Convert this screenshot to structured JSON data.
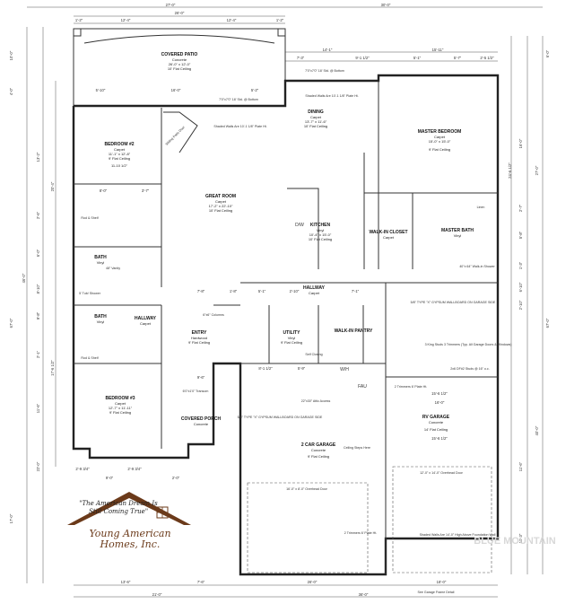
{
  "dimensions": {
    "top_overall": [
      "27'-0\"",
      "30'-0\""
    ],
    "top_patio": [
      "1'-2\"",
      "12'-4\"",
      "26'-0\"",
      "12'-4\"",
      "1'-2\""
    ],
    "top_house": [
      "7'-3\"",
      "14'-1\"",
      "9'-1 1/2\"",
      "15'-11\"",
      "5'-1\"",
      "5'-7\"",
      "2'-5 1/2\""
    ],
    "bottom_row1": [
      "13'-6\"",
      "7'-6\"",
      "26'-0\"",
      "18'-0\""
    ],
    "bottom_row2": [
      "21'-0\"",
      "36'-0\""
    ],
    "left_side": [
      "10'-0\"",
      "4'-0\"",
      "13'-2\"",
      "20'-4\"",
      "2'-6\"",
      "6'-0\"",
      "8'-10\"",
      "9'-8\"",
      "2'-1\"",
      "17'-6 1/2\"",
      "11'-6\"",
      "22'-0\"",
      "67'-0\"",
      "17'-0\"",
      "46'-0\""
    ],
    "right_side": [
      "6'-0\"",
      "16'-0\"",
      "27'-0\"",
      "24'-6 1/2\"",
      "2'-7\"",
      "5'-8\"",
      "1'-3\"",
      "6'-10\"",
      "2'-10\"",
      "67'-0\"",
      "40'-0\"",
      "11'-6\"",
      "16'-3\""
    ],
    "interior": [
      "5'-10\"",
      "16'-0\"",
      "5'-2\"",
      "8'-0\"",
      "3'-7\"",
      "7'-8\"",
      "1'-8\"",
      "5'-1\"",
      "2'-10\"",
      "7'-1\"",
      "2'-9 3/4\"",
      "2'-9 3/4\"",
      "9'-0\"",
      "2'-0\"",
      "9'-6\"",
      "8'-1 1/2\"",
      "5'-9\"",
      "16'-0\"",
      "15'-6 1/2\"",
      "15'-6 1/2\""
    ]
  },
  "rooms": {
    "patio": {
      "name": "COVERED PATIO",
      "lines": [
        "Concrete",
        "26'-0\" x 12'-0\"",
        "10' Flat Ceiling"
      ]
    },
    "bedroom2": {
      "name": "BEDROOM #2",
      "lines": [
        "Carpet",
        "11'-1\" x 12'-8\"",
        "9' Flat Ceiling",
        "11-10 1/2\""
      ]
    },
    "great_room": {
      "name": "GREAT ROOM",
      "lines": [
        "Carpet",
        "17'-2\" x 22'-10\"",
        "10' Flat Ceiling"
      ]
    },
    "dining": {
      "name": "DINING",
      "lines": [
        "Carpet",
        "13'-7\" x 11'-6\"",
        "10' Flat Ceiling"
      ]
    },
    "master_bedroom": {
      "name": "MASTER BEDROOM",
      "lines": [
        "Carpet",
        "15'-0\" x 15'-0\"",
        "9' Flat Ceiling"
      ]
    },
    "kitchen": {
      "name": "KITCHEN",
      "lines": [
        "Vinyl",
        "10'-4\" x 15'-0\"",
        "10' Flat Ceiling"
      ]
    },
    "walk_in_closet": {
      "name": "WALK-IN CLOSET",
      "lines": [
        "Carpet"
      ]
    },
    "master_bath": {
      "name": "MASTER BATH",
      "lines": [
        "Vinyl"
      ]
    },
    "bath1": {
      "name": "BATH",
      "lines": [
        "Vinyl"
      ]
    },
    "bath2": {
      "name": "BATH",
      "lines": [
        "Vinyl"
      ]
    },
    "hallway": {
      "name": "HALLWAY",
      "lines": [
        "Carpet"
      ]
    },
    "hallway2": {
      "name": "HALLWAY",
      "lines": [
        "Carpet"
      ]
    },
    "entry": {
      "name": "ENTRY",
      "lines": [
        "Hardwood",
        "9' Flat Ceiling"
      ]
    },
    "utility": {
      "name": "UTILITY",
      "lines": [
        "Vinyl",
        "9' Flat Ceiling"
      ]
    },
    "walk_in_pantry": {
      "name": "WALK-IN PANTRY",
      "lines": []
    },
    "bedroom3": {
      "name": "BEDROOM #3",
      "lines": [
        "Carpet",
        "12'-7\" x 11'-11\"",
        "9' Flat Ceiling"
      ]
    },
    "covered_porch": {
      "name": "COVERED PORCH",
      "lines": [
        "Concrete"
      ]
    },
    "rv_garage": {
      "name": "RV GARAGE",
      "lines": [
        "Concrete",
        "14' Flat Ceiling"
      ]
    },
    "car_garage": {
      "name": "2 CAR GARAGE",
      "lines": [
        "Concrete",
        "9' Flat Ceiling"
      ]
    }
  },
  "notes": {
    "shaded_walls_top": "Shaded Walls Are 10'-1 1/8\" Plate Ht.",
    "shaded_walls_mid": "Shaded Walls Are 10'-1 1/8\" Plate Ht.",
    "std_window_1": "7'0\"x7'0\" 18' Std. @ Bottom",
    "std_window_2": "7'0\"x7'0\" 18' Std. @ Bottom",
    "gypsum_type_x_1": "5/8\" TYPE \"X\" GYPSUM WALLBOARD ON GARAGE SIDE",
    "gypsum_type_x_2": "5/8\" TYPE \"X\" GYPSUM WALLBOARD ON GARAGE SIDE",
    "ceiling_steps": "Ceiling Steps Here",
    "overhead_door_1": "16'-0\" x 8'-0\" Overhead Door",
    "overhead_door_2": "12'-0\" x 14'-0\" Overhead Door",
    "king_studs": "3 King Studs 3 Trimmers (Typ. All Garage Doors & Windows)",
    "studs_2x6": "2x6 DF#2 Studs @ 16\" o.c.",
    "shaded_walls_rv": "Shaded Walls Are 14'-0\" High Above Foundation Wall",
    "garage_frame_detail": "See Garage Frame Detail",
    "trimmers": "2 Trimmers 6' Plate Ht.",
    "trimmers_2": "2 Trimmers 6' Plate Ht.",
    "attic_access": "22\"x30\" Attic Access",
    "columns": "6\"x6\" Columns",
    "transom": "6'0\"x1'0\" Transom",
    "rod_shelf": "Rod & Shelf",
    "shower_label": "5' Tub/ Shower",
    "vanity_48": "48\" Vanity",
    "dw": "D/W",
    "wh": "W/H",
    "fau": "FAU",
    "self_closing": "Self Closing",
    "half_bath_note": "Rod & Shelf",
    "walk_in_shower": "40\"x 64\" Walk-in Shower",
    "linen": "Linen",
    "angled_window": "Sliding Patio Door"
  },
  "logo": {
    "tagline_1": "\"The American Dream Is",
    "tagline_2": "Still Coming True\"",
    "company_1": "Young American",
    "company_2": "Homes, Inc."
  },
  "watermark": "BLUE MOUNTAIN"
}
